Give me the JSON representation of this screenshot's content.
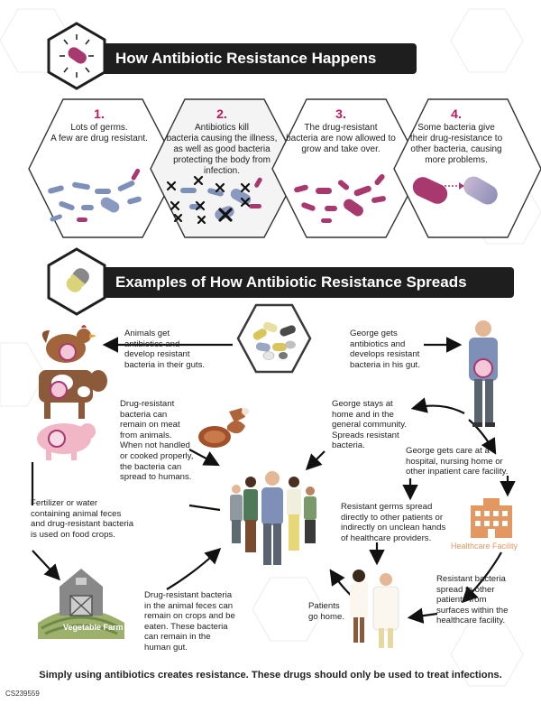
{
  "section1": {
    "title": "How Antibiotic Resistance Happens",
    "steps": [
      {
        "num": "1.",
        "text": "Lots of germs.\nA few are drug resistant."
      },
      {
        "num": "2.",
        "text": "Antibiotics kill\nbacteria causing the illness,\nas well as good bacteria\nprotecting the body from\ninfection."
      },
      {
        "num": "3.",
        "text": "The drug-resistant\nbacteria are now allowed to\ngrow and take over."
      },
      {
        "num": "4.",
        "text": "Some bacteria give\ntheir drug-resistance to\nother bacteria, causing\nmore problems."
      }
    ]
  },
  "section2": {
    "title": "Examples of How Antibiotic Resistance Spreads",
    "animals_text": "Animals get\nantibiotics and\ndevelop resistant\nbacteria in their guts.",
    "george_text": "George gets\nantibiotics and\ndevelops resistant\nbacteria in his gut.",
    "meat_text": "Drug-resistant\nbacteria can\nremain on meat\nfrom animals.\nWhen not handled\nor cooked properly,\nthe bacteria can\nspread to humans.",
    "home_text": "George stays at\nhome and in the\ngeneral community.\nSpreads resistant\nbacteria.",
    "care_text": "George gets care at a\nhospital, nursing home or\nother inpatient care facility.",
    "fertilizer_text": "Fertilizer or water\ncontaining animal feces\nand drug-resistant bacteria\nis used on food crops.",
    "germs_spread_text": "Resistant germs spread\ndirectly to other patients or\nindirectly on unclean hands\nof healthcare providers.",
    "facility_label": "Healthcare Facility",
    "surfaces_text": "Resistant bacteria\nspread to other\npatients from\nsurfaces within the\nhealthcare facility.",
    "farm_text": "Drug-resistant bacteria\nin the animal feces can\nremain on crops and be\neaten. These bacteria\ncan remain in the\nhuman gut.",
    "farm_label": "Vegetable Farm",
    "patients_text": "Patients\ngo home."
  },
  "footer": "Simply using antibiotics creates resistance.  These drugs should only be used to treat infections.",
  "code": "CS239559",
  "colors": {
    "magenta": "#a8396e",
    "blue": "#7f90b8",
    "dark": "#1e1e1e",
    "green": "#7a9a5a"
  }
}
